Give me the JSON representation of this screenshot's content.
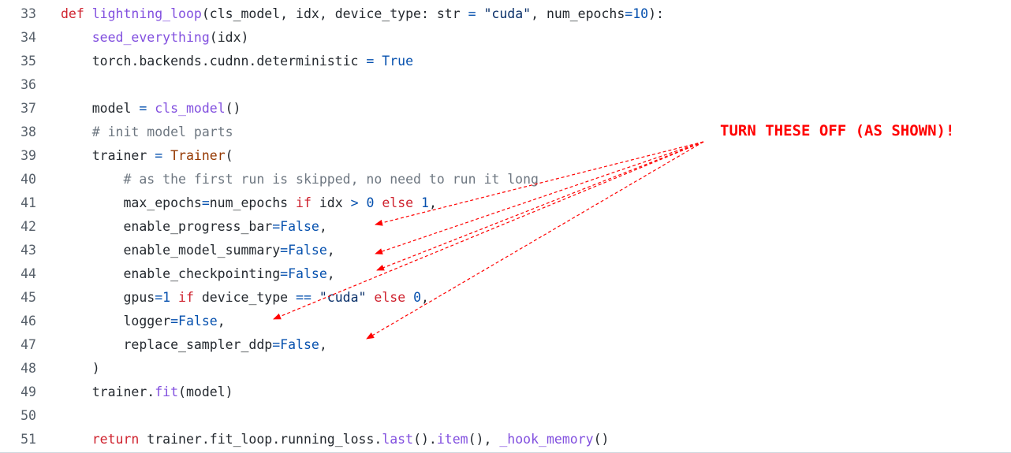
{
  "code_view": {
    "lines": [
      {
        "number": "33",
        "tokens": [
          [
            "kw",
            "def"
          ],
          [
            "plain",
            " "
          ],
          [
            "fn",
            "lightning_loop"
          ],
          [
            "plain",
            "(cls_model, idx, device_type: str "
          ],
          [
            "op",
            "="
          ],
          [
            "plain",
            " "
          ],
          [
            "str",
            "\"cuda\""
          ],
          [
            "plain",
            ", num_epochs"
          ],
          [
            "op",
            "="
          ],
          [
            "num",
            "10"
          ],
          [
            "plain",
            "):"
          ]
        ]
      },
      {
        "number": "34",
        "tokens": [
          [
            "plain",
            "    "
          ],
          [
            "fn",
            "seed_everything"
          ],
          [
            "plain",
            "(idx)"
          ]
        ]
      },
      {
        "number": "35",
        "tokens": [
          [
            "plain",
            "    torch.backends.cudnn.deterministic "
          ],
          [
            "op",
            "="
          ],
          [
            "plain",
            " "
          ],
          [
            "const",
            "True"
          ]
        ]
      },
      {
        "number": "36",
        "tokens": []
      },
      {
        "number": "37",
        "tokens": [
          [
            "plain",
            "    model "
          ],
          [
            "op",
            "="
          ],
          [
            "plain",
            " "
          ],
          [
            "fn",
            "cls_model"
          ],
          [
            "plain",
            "()"
          ]
        ]
      },
      {
        "number": "38",
        "tokens": [
          [
            "plain",
            "    "
          ],
          [
            "cm",
            "# init model parts"
          ]
        ]
      },
      {
        "number": "39",
        "tokens": [
          [
            "plain",
            "    trainer "
          ],
          [
            "op",
            "="
          ],
          [
            "plain",
            " "
          ],
          [
            "cls",
            "Trainer"
          ],
          [
            "plain",
            "("
          ]
        ]
      },
      {
        "number": "40",
        "tokens": [
          [
            "plain",
            "        "
          ],
          [
            "cm",
            "# as the first run is skipped, no need to run it long"
          ]
        ]
      },
      {
        "number": "41",
        "tokens": [
          [
            "plain",
            "        max_epochs"
          ],
          [
            "op",
            "="
          ],
          [
            "plain",
            "num_epochs "
          ],
          [
            "kw",
            "if"
          ],
          [
            "plain",
            " idx "
          ],
          [
            "op",
            ">"
          ],
          [
            "plain",
            " "
          ],
          [
            "num",
            "0"
          ],
          [
            "plain",
            " "
          ],
          [
            "kw",
            "else"
          ],
          [
            "plain",
            " "
          ],
          [
            "num",
            "1"
          ],
          [
            "plain",
            ","
          ]
        ]
      },
      {
        "number": "42",
        "tokens": [
          [
            "plain",
            "        enable_progress_bar"
          ],
          [
            "op",
            "="
          ],
          [
            "const",
            "False"
          ],
          [
            "plain",
            ","
          ]
        ]
      },
      {
        "number": "43",
        "tokens": [
          [
            "plain",
            "        enable_model_summary"
          ],
          [
            "op",
            "="
          ],
          [
            "const",
            "False"
          ],
          [
            "plain",
            ","
          ]
        ]
      },
      {
        "number": "44",
        "tokens": [
          [
            "plain",
            "        enable_checkpointing"
          ],
          [
            "op",
            "="
          ],
          [
            "const",
            "False"
          ],
          [
            "plain",
            ","
          ]
        ]
      },
      {
        "number": "45",
        "tokens": [
          [
            "plain",
            "        gpus"
          ],
          [
            "op",
            "="
          ],
          [
            "num",
            "1"
          ],
          [
            "plain",
            " "
          ],
          [
            "kw",
            "if"
          ],
          [
            "plain",
            " device_type "
          ],
          [
            "op",
            "=="
          ],
          [
            "plain",
            " "
          ],
          [
            "str",
            "\"cuda\""
          ],
          [
            "plain",
            " "
          ],
          [
            "kw",
            "else"
          ],
          [
            "plain",
            " "
          ],
          [
            "num",
            "0"
          ],
          [
            "plain",
            ","
          ]
        ]
      },
      {
        "number": "46",
        "tokens": [
          [
            "plain",
            "        logger"
          ],
          [
            "op",
            "="
          ],
          [
            "const",
            "False"
          ],
          [
            "plain",
            ","
          ]
        ]
      },
      {
        "number": "47",
        "tokens": [
          [
            "plain",
            "        replace_sampler_ddp"
          ],
          [
            "op",
            "="
          ],
          [
            "const",
            "False"
          ],
          [
            "plain",
            ","
          ]
        ]
      },
      {
        "number": "48",
        "tokens": [
          [
            "plain",
            "    )"
          ]
        ]
      },
      {
        "number": "49",
        "tokens": [
          [
            "plain",
            "    trainer."
          ],
          [
            "fn",
            "fit"
          ],
          [
            "plain",
            "(model)"
          ]
        ]
      },
      {
        "number": "50",
        "tokens": []
      },
      {
        "number": "51",
        "tokens": [
          [
            "plain",
            "    "
          ],
          [
            "kw",
            "return"
          ],
          [
            "plain",
            " trainer.fit_loop.running_loss."
          ],
          [
            "fn",
            "last"
          ],
          [
            "plain",
            "()."
          ],
          [
            "fn",
            "item"
          ],
          [
            "plain",
            "(), "
          ],
          [
            "fn",
            "_hook_memory"
          ],
          [
            "plain",
            "()"
          ]
        ]
      }
    ]
  },
  "annotation": {
    "text": "TURN THESE OFF (AS SHOWN)!",
    "color": "#ff0000"
  }
}
